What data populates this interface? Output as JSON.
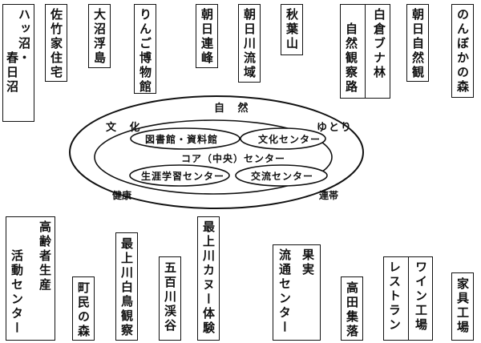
{
  "top_boxes": {
    "hacchi": [
      "ハッ沼・",
      "春日沼"
    ],
    "satake": "佐竹家住宅",
    "oonuma": "大沼浮島",
    "ringo": "りんご博物館",
    "asahi_renpo": "朝日連峰",
    "asahigawa": "朝日川流域",
    "akiba": "秋葉山",
    "shizen_kansatsuro": "自然観察路",
    "shirakura": "白倉ブナ林",
    "asahi_shizenkan": "朝日自然観",
    "nonbokanomori": "のんぼかの森"
  },
  "center": {
    "outer": {
      "top": "自 然",
      "left": "文 化",
      "right": "ゆとり",
      "bottom_left": "健康",
      "bottom_right": "連帯"
    },
    "library": "図書館・資料館",
    "bunka_center": "文化センター",
    "core": "コア（中央）センター",
    "shogai": "生涯学習センター",
    "koryu": "交流センター"
  },
  "bottom_boxes": {
    "koreisha_a": "高齢者生産",
    "koreisha_b": "活動センター",
    "machi_no_mori": "町民の森",
    "mogami_hakucho": "最上川白鳥観察",
    "gohyaku": "五百川渓谷",
    "mogami_kanu": "最上川カヌー体験",
    "kajitsu_a": "果実",
    "kajitsu_b": "流通センター",
    "takada": "高田集落",
    "wine_a": "ワイン工場",
    "wine_b": "レストラン",
    "kagu": "家具工場"
  }
}
